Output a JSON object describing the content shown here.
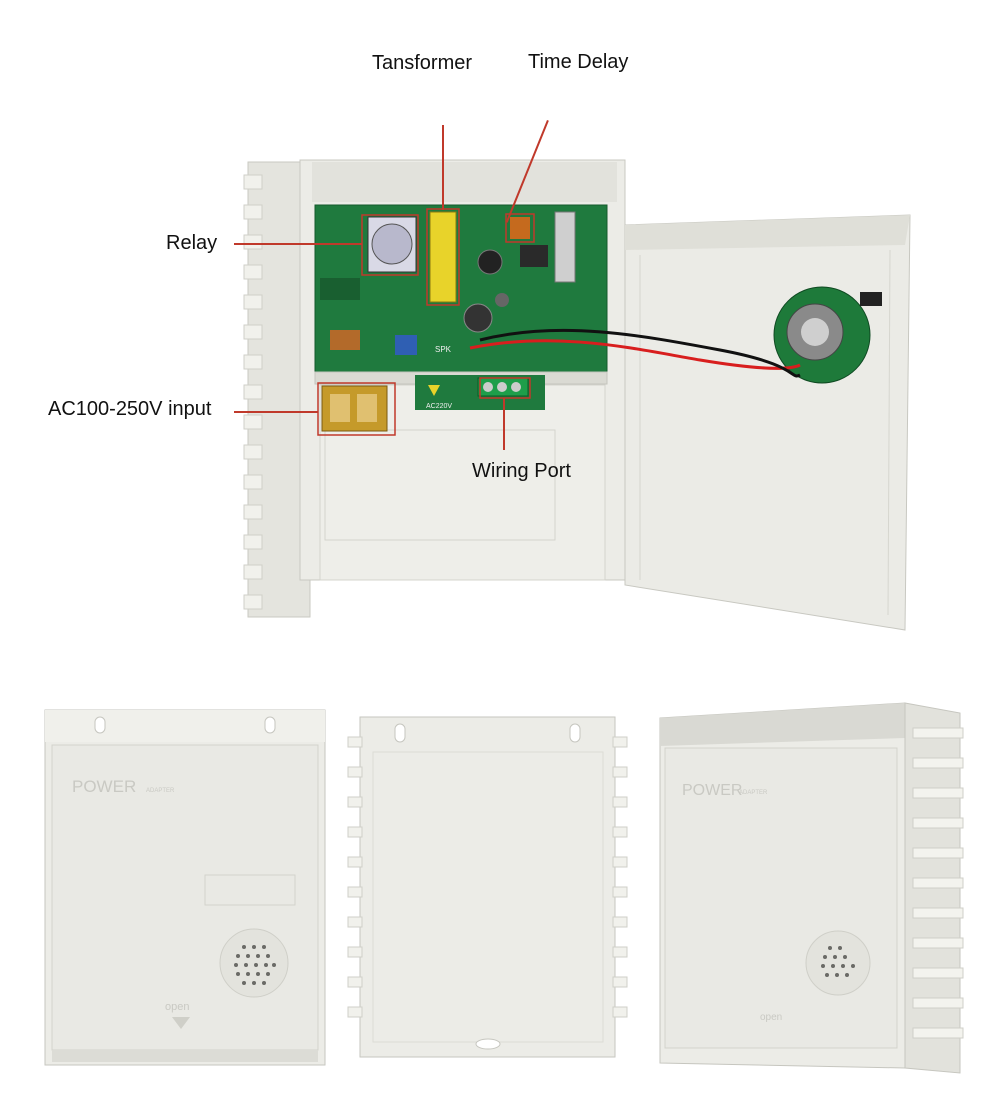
{
  "callouts": {
    "transformer": "Tansformer",
    "time_delay": "Time Delay",
    "relay": "Relay",
    "ac_input": "AC100-250V input",
    "wiring_port": "Wiring Port"
  },
  "board_marks": {
    "spk": "SPK",
    "ac": "AC220V"
  },
  "case_markings": {
    "power": "POWER",
    "adapter": "ADAPTER",
    "open": "open"
  },
  "colors": {
    "callout_line": "#c0392b",
    "case_body": "#e9e9e4",
    "pcb_green": "#1f7a3e"
  }
}
